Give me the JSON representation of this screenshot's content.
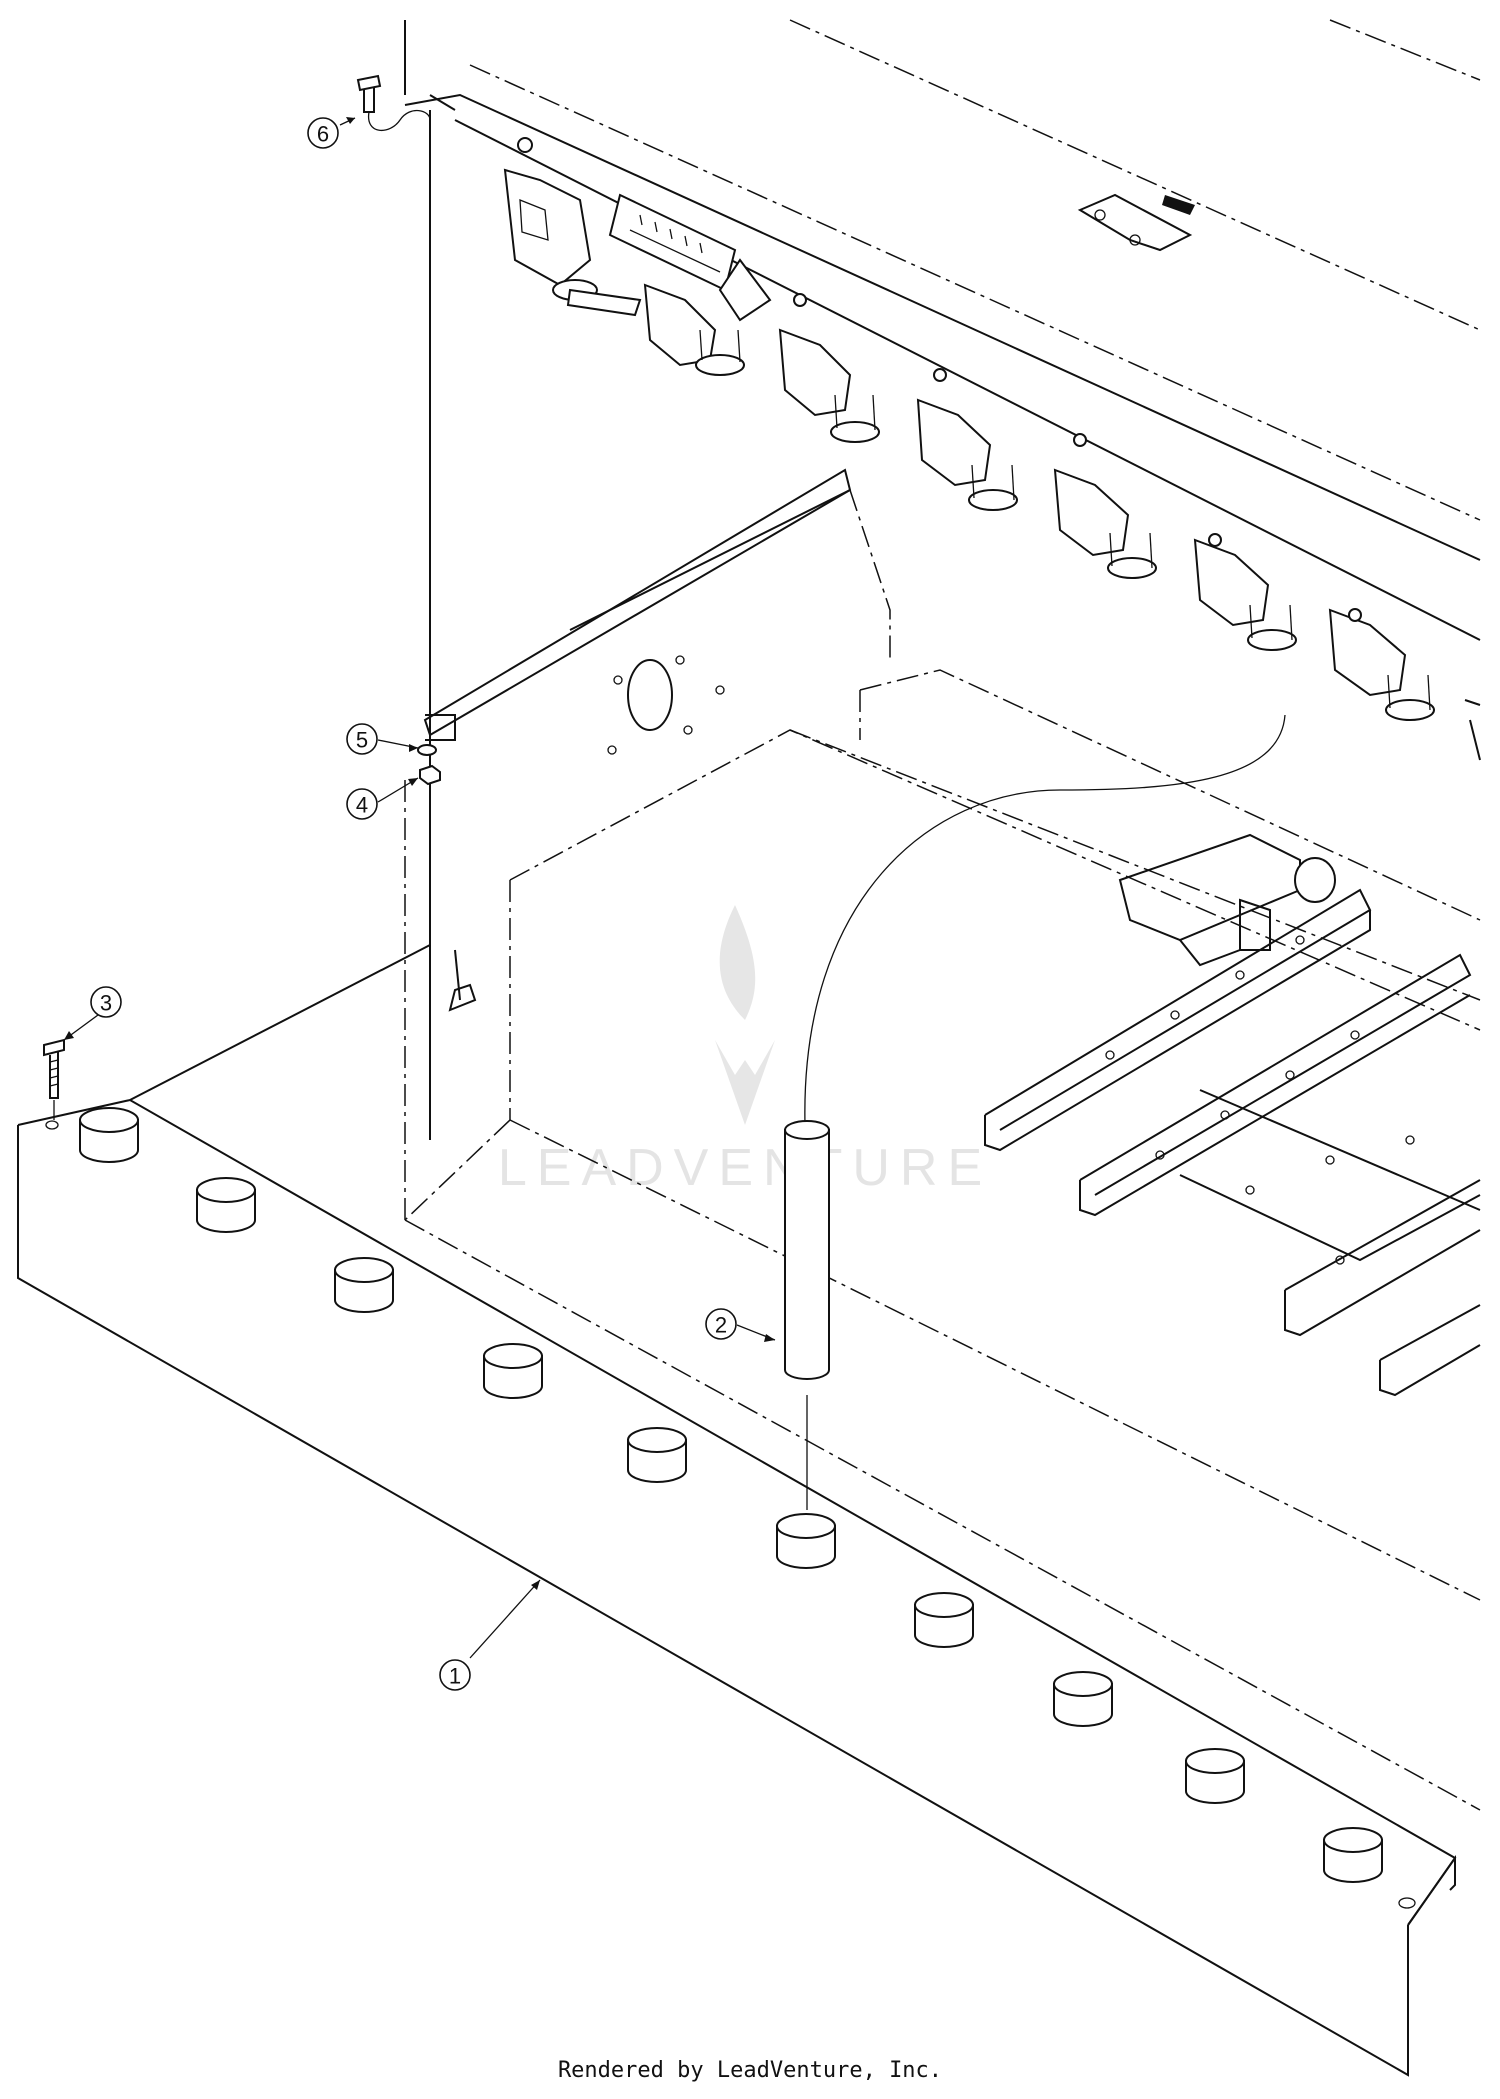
{
  "watermark": {
    "text": "LEADVENTURE",
    "color": "#e4e4e4"
  },
  "footer": {
    "text": "Rendered by LeadVenture, Inc."
  },
  "callouts": [
    "1",
    "2",
    "3",
    "4",
    "5",
    "6"
  ],
  "line_color": "#111111"
}
